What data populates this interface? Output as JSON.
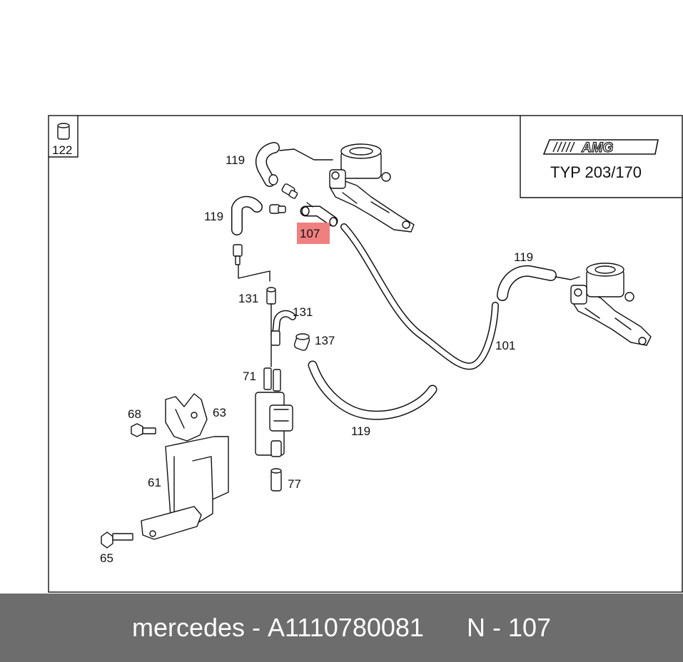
{
  "diagram": {
    "logo": "AMG",
    "type_label": "TYP 203/170",
    "legend_part": "122",
    "highlight_label": "107",
    "callouts": {
      "c119a": "119",
      "c119b": "119",
      "c119c": "119",
      "c119d": "119",
      "c131a": "131",
      "c131b": "131",
      "c137": "137",
      "c101": "101",
      "c71": "71",
      "c68": "68",
      "c63": "63",
      "c61": "61",
      "c65": "65",
      "c77": "77"
    },
    "colors": {
      "highlight": "#f08080",
      "footer_bg": "#6d6d6d"
    }
  },
  "footer": {
    "brand": "mercedes",
    "separator": " - ",
    "part_number": "A1110780081",
    "position_label": "N - 107"
  }
}
